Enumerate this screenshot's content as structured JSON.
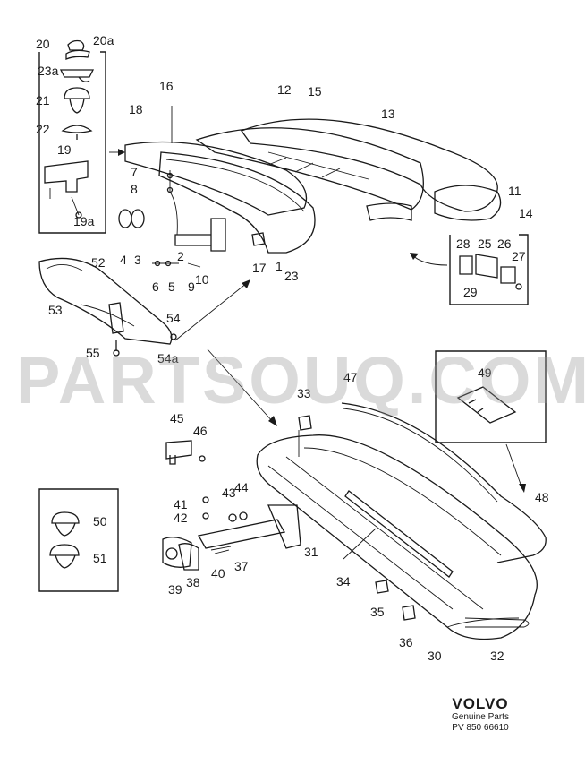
{
  "diagram": {
    "callouts": [
      "20",
      "20a",
      "23a",
      "21",
      "22",
      "19",
      "19a",
      "16",
      "18",
      "12",
      "15",
      "13",
      "11",
      "14",
      "7",
      "8",
      "4",
      "3",
      "2",
      "6",
      "5",
      "9",
      "10",
      "17",
      "1",
      "23",
      "28",
      "25",
      "26",
      "27",
      "29",
      "52",
      "53",
      "54",
      "54a",
      "55",
      "47",
      "49",
      "33",
      "45",
      "46",
      "48",
      "41",
      "42",
      "43",
      "44",
      "31",
      "34",
      "37",
      "50",
      "51",
      "39",
      "38",
      "40",
      "35",
      "36",
      "30",
      "32"
    ],
    "watermark": "PARTSOUQ.COM"
  },
  "brand": {
    "logo": "VOLVO",
    "subtitle": "Genuine Parts",
    "code": "PV 850 66610"
  }
}
